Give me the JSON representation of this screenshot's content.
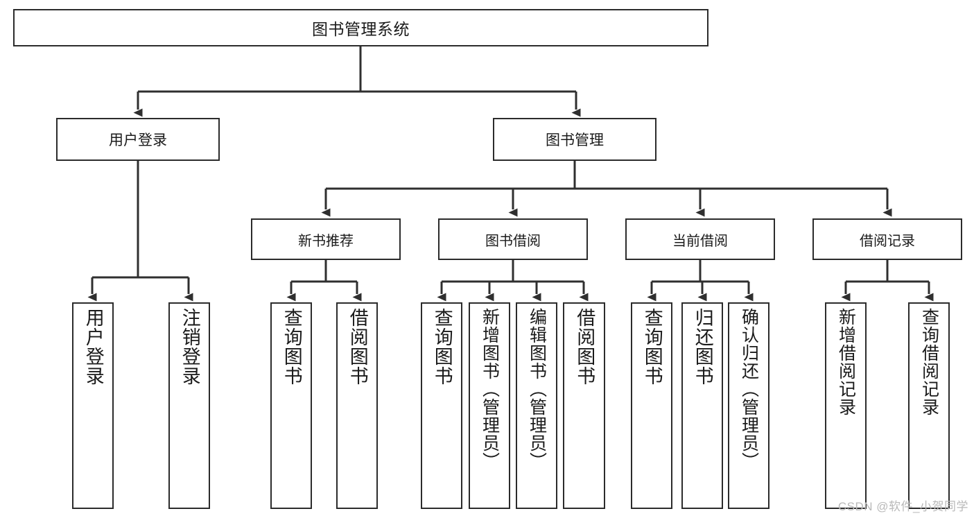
{
  "diagram": {
    "title": "图书管理系统",
    "type": "tree-hierarchy-diagram",
    "watermark": "CSDN @软件_小贺同学",
    "colors": {
      "box_border": "#2b2b2b",
      "box_fill": "#ffffff",
      "connector": "#333333",
      "watermark": "#b9b9b9"
    },
    "levels": {
      "root": {
        "label": "图书管理系统"
      },
      "level2": [
        {
          "label": "用户登录"
        },
        {
          "label": "图书管理"
        }
      ],
      "level3": [
        {
          "label": "新书推荐"
        },
        {
          "label": "图书借阅"
        },
        {
          "label": "当前借阅"
        },
        {
          "label": "借阅记录"
        }
      ],
      "leaves": [
        {
          "label": "用户登录",
          "parent": "用户登录"
        },
        {
          "label": "注销登录",
          "parent": "用户登录"
        },
        {
          "label": "查询图书",
          "parent": "新书推荐"
        },
        {
          "label": "借阅图书",
          "parent": "新书推荐"
        },
        {
          "label": "查询图书",
          "parent": "图书借阅"
        },
        {
          "label": "新增图书（管理员）",
          "parent": "图书借阅"
        },
        {
          "label": "编辑图书（管理员）",
          "parent": "图书借阅"
        },
        {
          "label": "借阅图书",
          "parent": "图书借阅"
        },
        {
          "label": "查询图书",
          "parent": "当前借阅"
        },
        {
          "label": "归还图书",
          "parent": "当前借阅"
        },
        {
          "label": "确认归还（管理员）",
          "parent": "当前借阅"
        },
        {
          "label": "新增借阅记录",
          "parent": "借阅记录"
        },
        {
          "label": "查询借阅记录",
          "parent": "借阅记录"
        }
      ]
    }
  }
}
